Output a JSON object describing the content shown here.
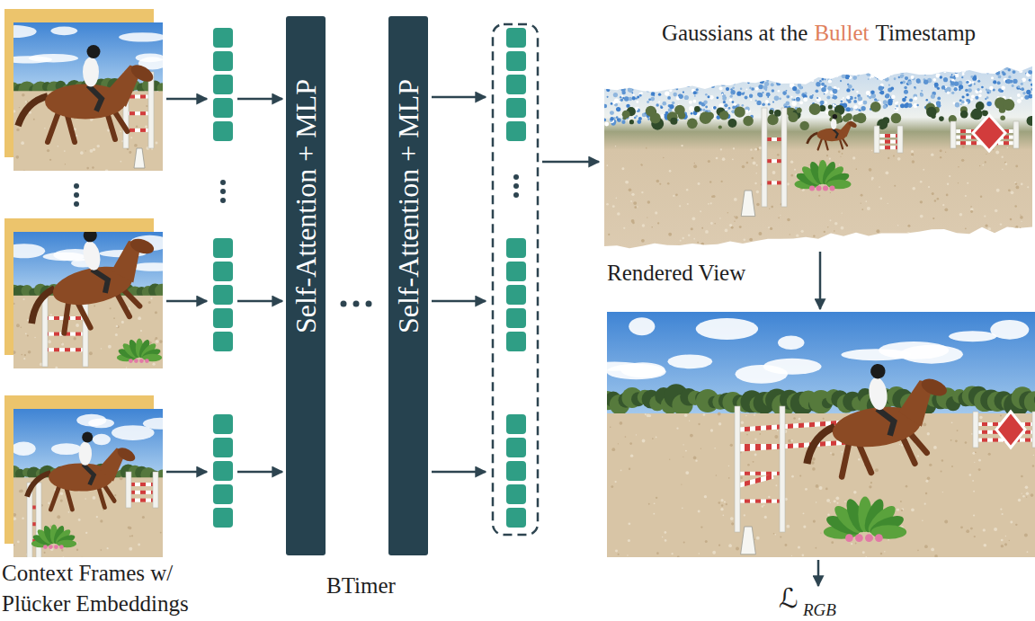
{
  "diagram": {
    "nodes": [
      {
        "text": [
          "Self-Attention + MLP"
        ]
      },
      {
        "text": [
          "Self-Attention + MLP"
        ]
      },
      {
        "text": [
          "Gaussians at the",
          "Bullet",
          "Timestamp"
        ]
      },
      {
        "text": [
          "Rendered View"
        ]
      }
    ],
    "edges": [
      {
        "from": 2,
        "to": 3,
        "arrow": "to"
      }
    ],
    "labels": [
      "Context Frames w/ Plücker Embeddings",
      "BTimer",
      "ℒ",
      "RGB"
    ]
  }
}
